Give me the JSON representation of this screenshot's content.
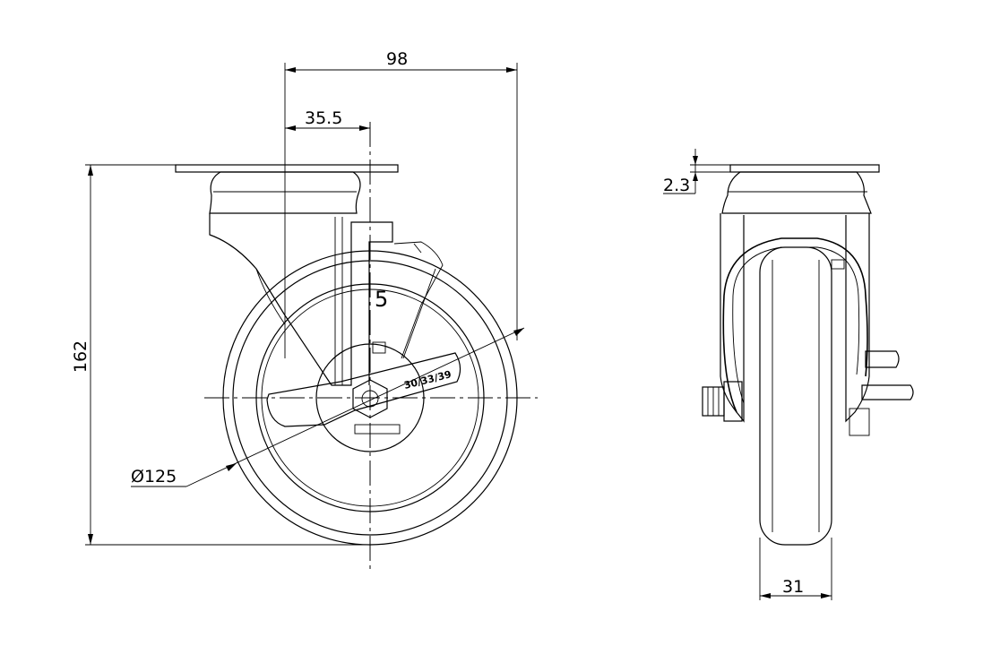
{
  "dimensions": {
    "overall_width": "98",
    "offset": "35.5",
    "height": "162",
    "wheel_diameter": "Ø125",
    "plate_thickness": "2.3",
    "wheel_width": "31"
  },
  "labels": {
    "bracket_number": "5",
    "hub_label": "30/33/39"
  }
}
